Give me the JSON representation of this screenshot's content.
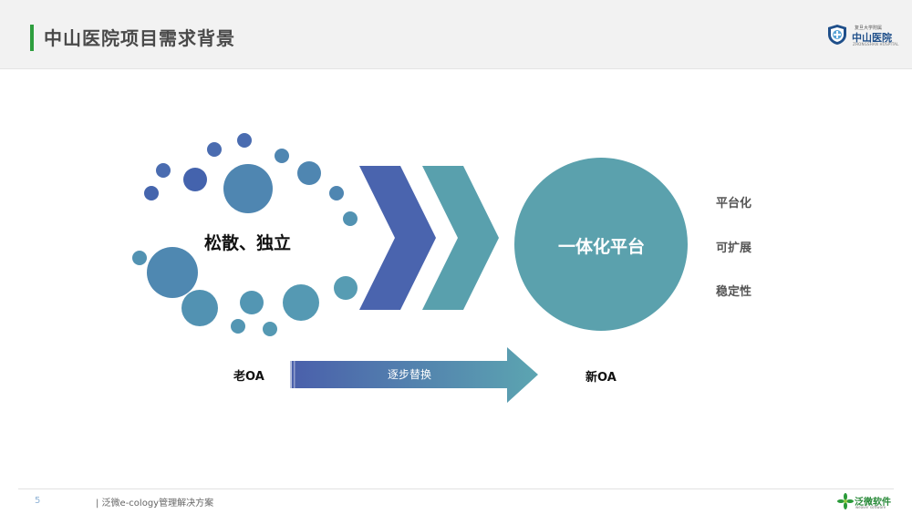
{
  "header": {
    "title": "中山医院项目需求背景"
  },
  "logo": {
    "small_text": "复旦大学附属",
    "name": "中山医院",
    "en_text": "ZHONGSHAN HOSPITAL"
  },
  "diagram": {
    "loose_label": "松散、独立",
    "old_label": "老OA",
    "new_label": "新OA",
    "arrow_label": "逐步替换",
    "platform_label": "一体化平台",
    "features": [
      "平台化",
      "可扩展",
      "稳定性"
    ]
  },
  "colors": {
    "dark_blue": "#4a64ae",
    "teal": "#59a0ad",
    "dot_blue": "#4f82b0",
    "accent_green": "#2e9e3e"
  },
  "footer": {
    "page_number": "5",
    "text": "| 泛微e-cology管理解决方案",
    "brand": "泛微软件",
    "brand_en": "weaver software"
  }
}
